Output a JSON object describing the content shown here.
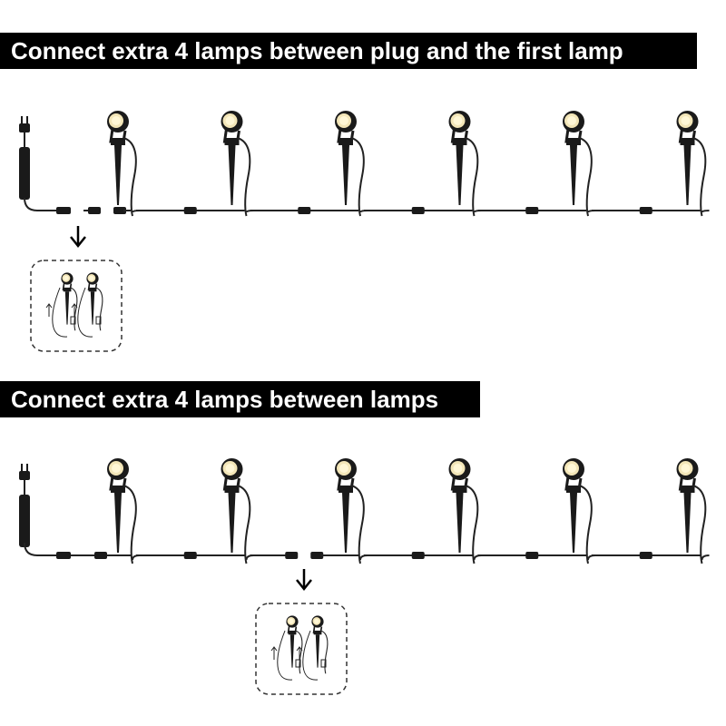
{
  "sections": [
    {
      "title": "Connect extra 4 lamps between plug and the first lamp",
      "lamp_count": 6,
      "extension_lamps": 2,
      "extension_after_lamp": 0
    },
    {
      "title": "Connect extra 4 lamps between lamps",
      "lamp_count": 6,
      "extension_lamps": 2,
      "extension_after_lamp": 2
    }
  ],
  "colors": {
    "banner_bg": "#000000",
    "banner_text": "#ffffff",
    "cable": "#222222",
    "lamp_body": "#1a1a1a",
    "lamp_glow": "#f3e6b8",
    "dashed_box": "#333333"
  },
  "icons": {
    "plug": "plug-icon",
    "adapter": "power-adapter-icon",
    "lamp": "spotlight-lamp-icon",
    "arrow": "arrow-down-icon",
    "extension": "extension-lamps-icon"
  }
}
